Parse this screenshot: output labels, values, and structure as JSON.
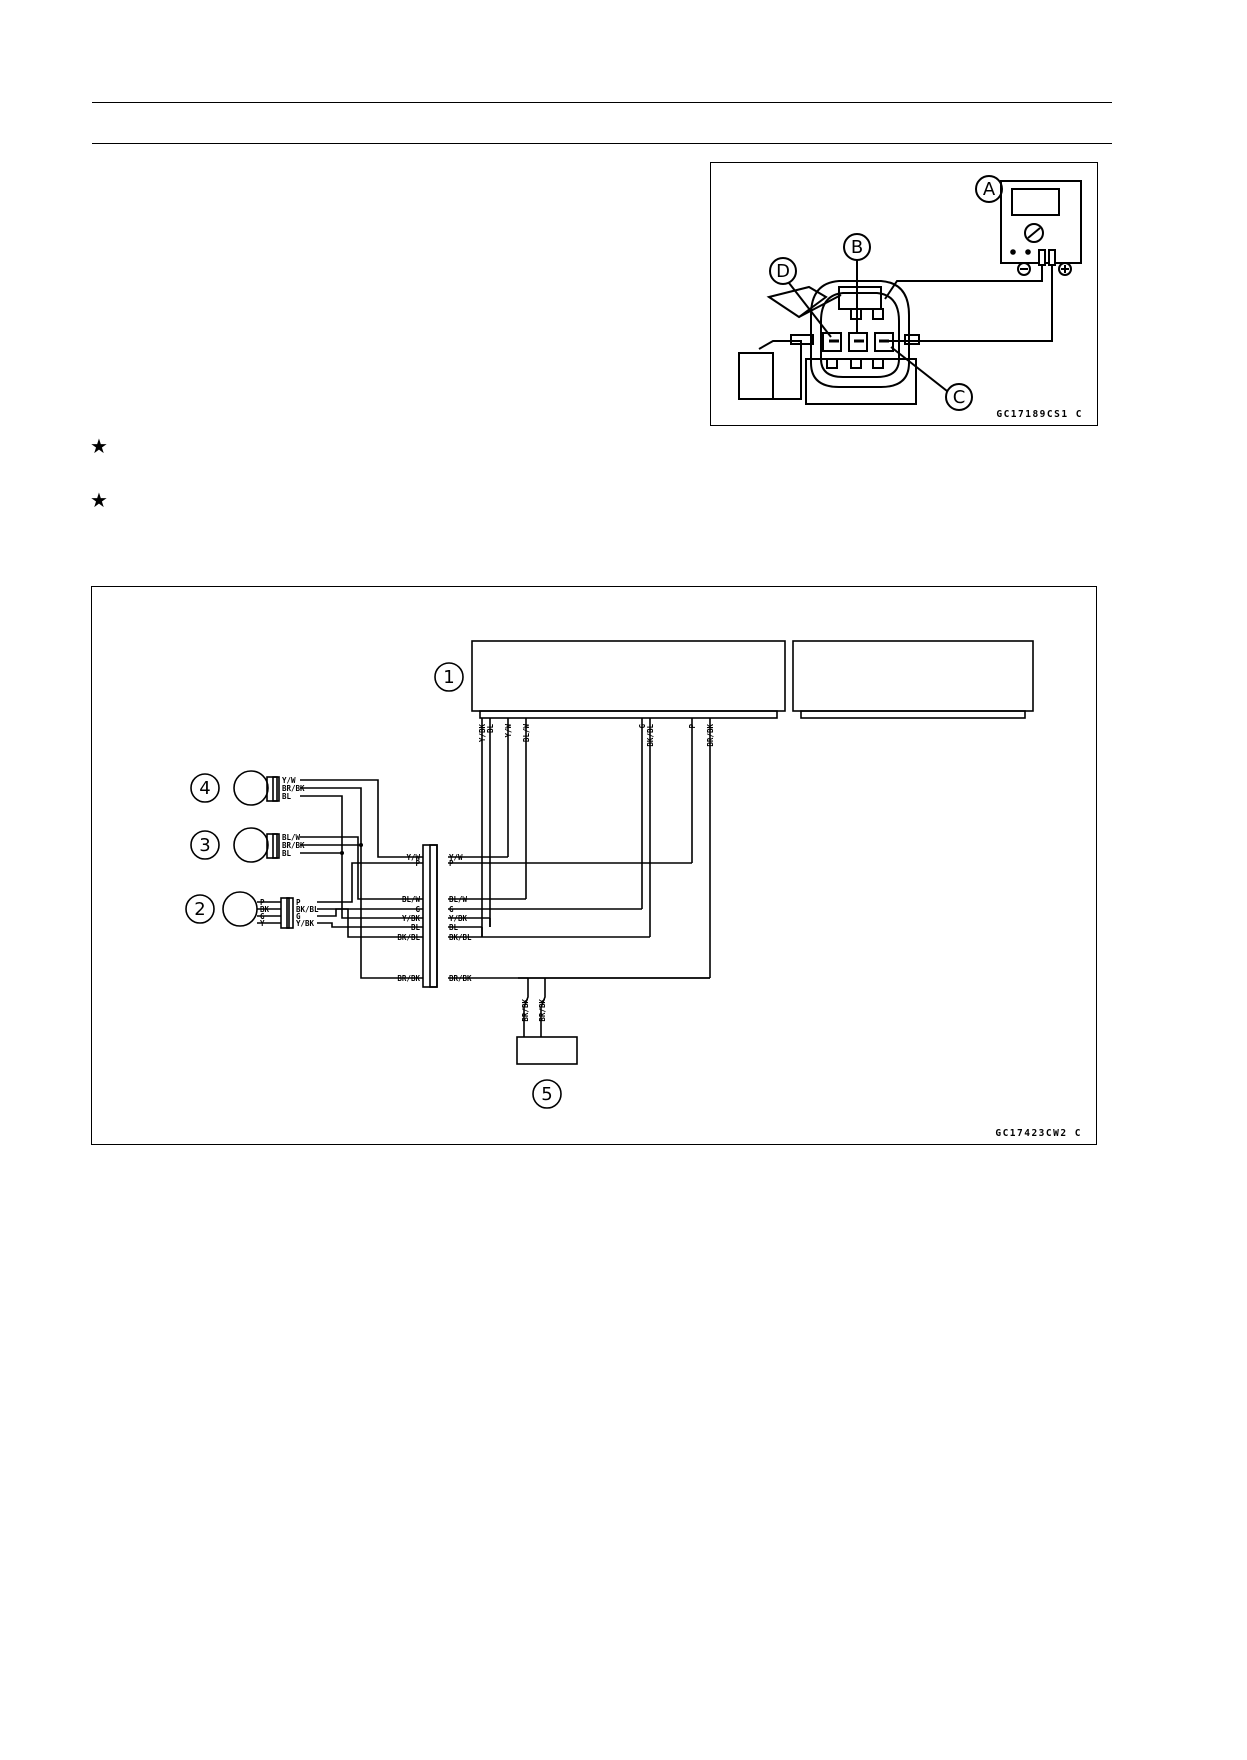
{
  "figure1": {
    "callouts": {
      "a": "A",
      "b": "B",
      "c": "C",
      "d": "D"
    },
    "minus": "⊖",
    "plus": "⊕",
    "code": "GC17189CS1  C"
  },
  "bullets": [
    "★",
    "★"
  ],
  "figure2": {
    "callouts": [
      "1",
      "2",
      "3",
      "4",
      "5"
    ],
    "code": "GC17423CW2  C",
    "ecu_pins": [
      "Y/BK",
      "BL",
      "Y/W",
      "BL/W",
      "G",
      "BK/BL",
      "P",
      "BR/BK"
    ],
    "sensor4_wires": [
      "Y/W",
      "BR/BK",
      "BL"
    ],
    "sensor3_wires": [
      "BL/W",
      "BR/BK",
      "BL"
    ],
    "sensor2_wires": [
      "P",
      "BK",
      "G",
      "Y"
    ],
    "sensor2_connector": [
      "P",
      "BK/BL",
      "G",
      "Y/BK"
    ],
    "joint_left": [
      "Y/W",
      "P",
      "BL/W",
      "G",
      "Y/BK",
      "BL",
      "BK/BL",
      "BR/BK"
    ],
    "joint_right": [
      "Y/W",
      "P",
      "BL/W",
      "G",
      "Y/BK",
      "BL",
      "BK/BL",
      "BR/BK"
    ],
    "ground_wires": [
      "BR/BK",
      "BR/BK"
    ]
  }
}
